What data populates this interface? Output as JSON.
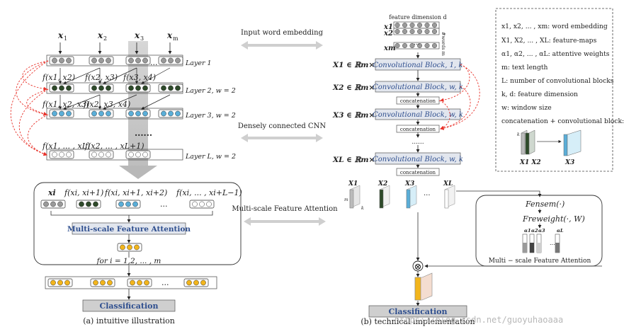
{
  "left_panel": {
    "x_labels": [
      "x",
      "x",
      "x",
      "x"
    ],
    "x_subscripts": [
      "1",
      "2",
      "3",
      "m"
    ],
    "layer_labels": [
      "Layer 1",
      "Layer 2, w = 2",
      "Layer 3, w = 2",
      "Layer L, w = 2"
    ],
    "layer2_funcs": [
      "f(x1, x2)",
      "f(x2, x3)",
      "f(x3, x4)"
    ],
    "layer3_funcs": [
      "f(x1, x2, x3)",
      "f(x2, x3, x4)"
    ],
    "layerL_funcs": [
      "f(x1, ... , xL)",
      "f(x2, ... , xL+1)"
    ],
    "dots": "......",
    "row_ellipsis": "...",
    "attn_items": [
      "xi",
      "f(xi, xi+1)",
      "f(xi, xi+1, xi+2)",
      "f(xi, ... , xi+L−1)"
    ],
    "attn_ellipsis": "...",
    "msfa_label": "Multi-scale Feature Attention",
    "loop_label": "for i = 1,2, ... , m",
    "classification": "Classification",
    "caption": "(a) intuitive illustration"
  },
  "middle": {
    "arrow_labels": [
      "Input word embedding",
      "Densely connected CNN",
      "Multi-scale Feature Attention"
    ]
  },
  "right_panel": {
    "embed_title": "feature dimension d",
    "embed_side": "#words m",
    "embed_rows": [
      "x1",
      "x2",
      "xm"
    ],
    "x_labels": [
      "X1 ∈ ℝm×k",
      "X2 ∈ ℝm×k",
      "X3 ∈ ℝm×k",
      "XL ∈ ℝm×k"
    ],
    "blocks": [
      "Convolutional Block, 1, k",
      "Convolutional Block, w, k",
      "Convolutional Block, w, k",
      "Convolutional Block, w, k"
    ],
    "concat": "concatenation",
    "vdots": "......",
    "feature_maps": [
      "X1",
      "X2",
      "X3",
      "...",
      "XL"
    ],
    "map_dims": [
      "m",
      "k"
    ],
    "fensem": "Fensem(·)",
    "freweight": "Freweight(·, W)",
    "alphas": [
      "α1",
      "α2",
      "α3",
      "αL"
    ],
    "attn_label": "Multi − scale Feature Attention",
    "otimes": "⊗",
    "classification": "Classification",
    "caption": "(b) technical implementation"
  },
  "legend": {
    "items": [
      "x1, x2, ... , xm: word embedding",
      "X1, X2, ... , XL: feature-maps",
      "α1, α2, ... , αL: attentive weights",
      "m: text length",
      "L: number of convolutional blocks",
      "k, d: feature dimension",
      "w: window size",
      "concatenation + convolutional block:"
    ],
    "block_labels": [
      "X1 X2",
      "X3"
    ],
    "small_k": "k"
  },
  "watermark": "https://blog.csdn.net/guoyuhaoaaa",
  "colors": {
    "gray_node": "#9a9a9a",
    "green_node": "#2e4a2a",
    "blue_node": "#5aaed8",
    "yellow_node": "#f2b51c",
    "white_node": "#ffffff",
    "block_fill": "#e2e6ee",
    "block_text": "#2f4f8f",
    "classification_fill": "#cfcfcf",
    "red_dashed": "#e8322a"
  }
}
